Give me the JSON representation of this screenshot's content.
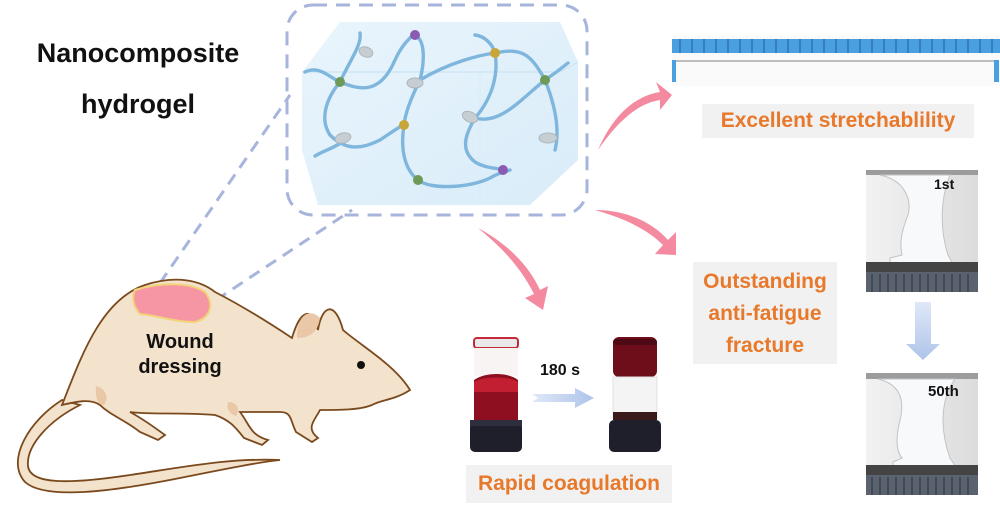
{
  "title": {
    "line1": "Nanocomposite",
    "line2": "hydrogel"
  },
  "mouse": {
    "label_line1": "Wound",
    "label_line2": "dressing"
  },
  "properties": {
    "stretchability": "Excellent  stretchablility",
    "fatigue": {
      "line1": "Outstanding",
      "line2": "anti-fatigue",
      "line3": "fracture"
    },
    "coagulation": "Rapid coagulation"
  },
  "coagulation_test": {
    "time_label": "180 s"
  },
  "fatigue_test": {
    "first_label": "1st",
    "last_label": "50th"
  },
  "colors": {
    "accent_orange": "#e8782a",
    "arrow_pink": "#f48aa0",
    "dash_blue": "#a7b4dc",
    "fiber_blue": "#7fb6dd",
    "gel_bg": "#e3f1fb",
    "mouse_fill": "#f3e2cc",
    "mouse_stroke": "#7a4a1e",
    "wound_pink": "#f695a4",
    "blood_red": "#8e1020"
  },
  "icons": [
    "curved-arrow-icon",
    "right-arrow-icon",
    "down-arrow-icon"
  ]
}
